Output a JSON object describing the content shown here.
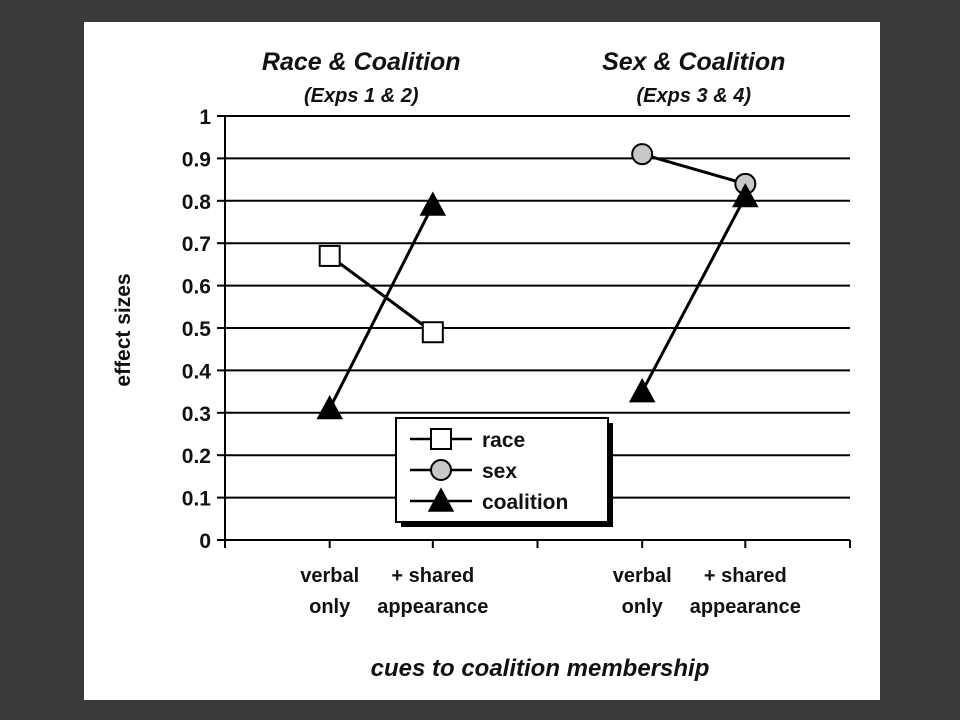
{
  "chart_data": {
    "type": "line",
    "titles": [
      {
        "main": "Race & Coalition",
        "sub": "(Exps 1 & 2)"
      },
      {
        "main": "Sex & Coalition",
        "sub": "(Exps 3 & 4)"
      }
    ],
    "xlabel": "cues to coalition membership",
    "ylabel": "effect sizes",
    "ylim": [
      0,
      1
    ],
    "yticks": [
      "0",
      "0.1",
      "0.2",
      "0.3",
      "0.4",
      "0.5",
      "0.6",
      "0.7",
      "0.8",
      "0.9",
      "1"
    ],
    "categories": [
      [
        "verbal",
        "only"
      ],
      [
        "+ shared",
        "appearance"
      ],
      [
        "verbal",
        "only"
      ],
      [
        "+ shared",
        "appearance"
      ]
    ],
    "grid": true,
    "legend_position": "bottom-center",
    "series": [
      {
        "name": "race",
        "marker": "square",
        "fill": "#ffffff",
        "segments": [
          [
            0.67,
            0.49
          ],
          null
        ]
      },
      {
        "name": "sex",
        "marker": "circle",
        "fill": "#c8c8c8",
        "segments": [
          null,
          [
            0.91,
            0.84
          ]
        ]
      },
      {
        "name": "coalition",
        "marker": "triangle",
        "fill": "#000000",
        "segments": [
          [
            0.31,
            0.79
          ],
          [
            0.35,
            0.81
          ]
        ]
      }
    ]
  }
}
